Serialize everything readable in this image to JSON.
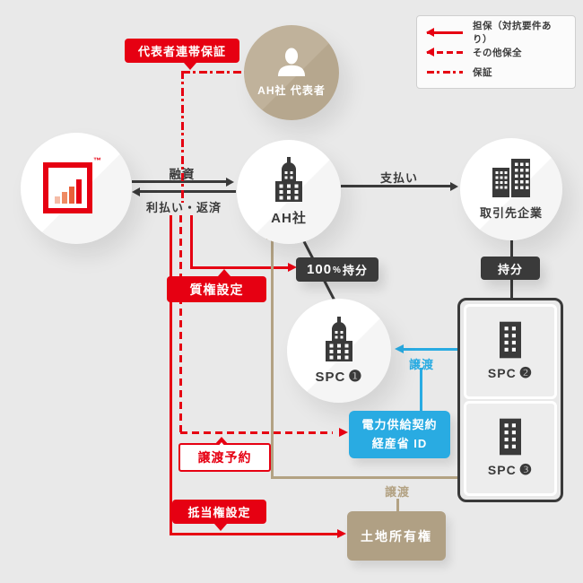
{
  "legend": {
    "items": [
      {
        "style": "solid-arrow",
        "label": "担保（対抗要件あり）"
      },
      {
        "style": "dashed-arrow",
        "label": "その他保全"
      },
      {
        "style": "dashdot-line",
        "label": "保証"
      }
    ]
  },
  "nodes": {
    "representative": {
      "label": "AH社 代表者",
      "icon": "person-icon"
    },
    "lender": {
      "icon": "bar-chart-logo",
      "tm": "™"
    },
    "ah_company": {
      "label": "AH社",
      "icon": "tower-building-icon"
    },
    "client_company": {
      "label": "取引先企業",
      "icon": "two-buildings-icon"
    },
    "spc1": {
      "label": "SPC",
      "number": "❶",
      "icon": "tower-building-icon"
    },
    "spc2": {
      "label": "SPC",
      "number": "❷",
      "icon": "building-icon"
    },
    "spc3": {
      "label": "SPC",
      "number": "❸",
      "icon": "building-icon"
    }
  },
  "edges": {
    "loan": {
      "label": "融資"
    },
    "repayment": {
      "label": "利払い・返済"
    },
    "payment": {
      "label": "支払い"
    },
    "transfer_blue": {
      "label": "譲渡"
    },
    "transfer_tan": {
      "label": "譲渡"
    }
  },
  "badges": {
    "equity_100": {
      "num": "100",
      "pct": "%",
      "text": "持分"
    },
    "equity": {
      "text": "持分"
    }
  },
  "callouts": {
    "joint_guarantee": "代表者連帯保証",
    "pledge": "質権設定",
    "transfer_reservation": "譲渡予約",
    "mortgage": "抵当権設定"
  },
  "boxes": {
    "power_contract": {
      "line1": "電力供給契約",
      "line2": "経産省 ID"
    },
    "land_ownership": "土地所有権"
  },
  "colors": {
    "red": "#e60012",
    "blue": "#29abe2",
    "tan_line": "#b3a283",
    "tan_node": "#beb19a",
    "dark": "#3a3a3a",
    "background": "#e9e9e9"
  }
}
